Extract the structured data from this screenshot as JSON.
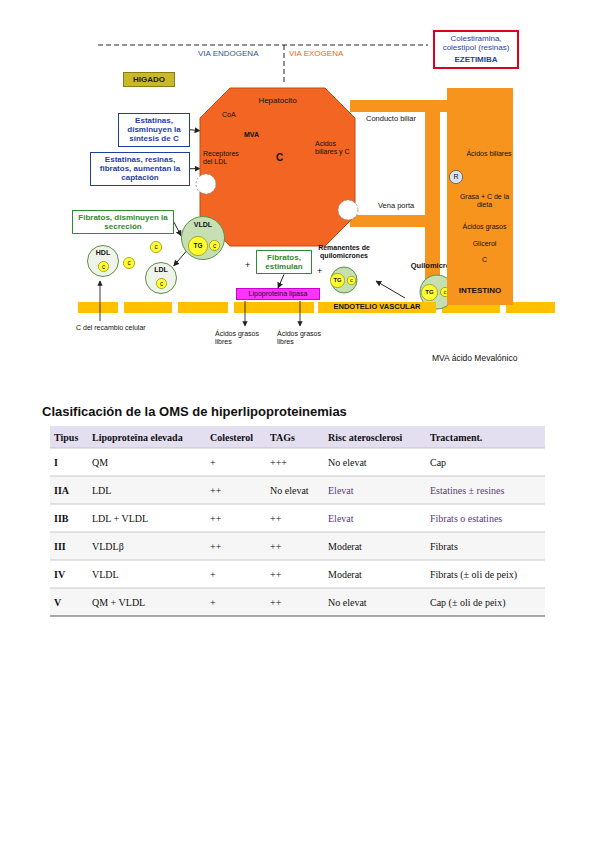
{
  "diagram": {
    "title": "Clasificación de la OMS de hiperlipoproteinemias",
    "nodes": [
      {
        "text": [
          "HIGADO"
        ]
      },
      {
        "text": [
          "Hepatocito"
        ]
      },
      {
        "text": [
          "Estatinas, disminuyen la síntesis de C"
        ]
      },
      {
        "text": [
          "Estatinas, resinas, fibratos, aumentan la captación"
        ]
      },
      {
        "text": [
          "Fibratos, disminuyen la secreción"
        ]
      },
      {
        "text": [
          "VLDL"
        ]
      },
      {
        "text": [
          "TG"
        ],
        "in": 5
      },
      {
        "text": [
          "c"
        ],
        "in": 5
      },
      {
        "text": [
          "HDL"
        ]
      },
      {
        "text": [
          "c"
        ],
        "in": 8
      },
      {
        "text": [
          "LDL"
        ]
      },
      {
        "text": [
          "c"
        ],
        "in": 10
      },
      {
        "text": [
          "c"
        ]
      },
      {
        "text": [
          "c"
        ]
      },
      {
        "text": [
          "Fibratos, estimulan"
        ]
      },
      {
        "text": [
          "Remanentes de quilomicrones"
        ]
      },
      {
        "text": [
          "TG"
        ],
        "in": 15
      },
      {
        "text": [
          "c"
        ],
        "in": 15
      },
      {
        "text": [
          "Quilomicrones"
        ]
      },
      {
        "text": [
          "TG"
        ],
        "in": 18
      },
      {
        "text": [
          "c"
        ],
        "in": 18
      },
      {
        "text": [
          "Lipoproteina lipasa"
        ]
      },
      {
        "text": [
          "ENDOTELIO VASCULAR"
        ]
      },
      {
        "text": [
          "INTESTINO"
        ]
      },
      {
        "text": [
          "R"
        ],
        "in": 23
      },
      {
        "text": [
          "Colestiramina, colestipol (resinas)",
          "EZETIMIBA"
        ]
      }
    ],
    "edges": [
      {
        "from": 2,
        "to": 1,
        "arrow": "to"
      },
      {
        "from": 3,
        "to": 1,
        "arrow": "to"
      },
      {
        "from": 4,
        "to": 5,
        "arrow": "to"
      },
      {
        "from": 5,
        "to": 10,
        "arrow": "to"
      },
      {
        "from": 14,
        "to": 21,
        "arrow": "to"
      },
      {
        "from": 18,
        "to": 15,
        "arrow": "to"
      }
    ],
    "labels": [
      "VIA ENDOGENA",
      "VIA EXOGENA",
      "CoA",
      "MVA",
      "C",
      "Receptores del LDL",
      "Acidos biliares y C",
      "Conducto biliar",
      "Vena porta",
      "Ácidos biliares",
      "Grasa + C de la dieta",
      "Ácidos grasos",
      "Glicerol",
      "C",
      "+",
      "+",
      "C del recambio celular",
      "Ácidos grasos libres",
      "Ácidos grasos libres",
      "MVA ácido Mevalónico",
      "Tipus",
      "Lipoproteïna elevada",
      "Colesterol",
      "TAGs",
      "Risc aterosclerosi",
      "Tractament.",
      "I",
      "QM",
      "+",
      "+++",
      "No elevat",
      "Cap",
      "IIA",
      "LDL",
      "++",
      "No elevat",
      "Elevat",
      "Estatines ± resines",
      "IIB",
      "LDL + VLDL",
      "++",
      "++",
      "Elevat",
      "Fibrats o estatines",
      "III",
      "VLDLβ",
      "++",
      "++",
      "Moderat",
      "Fibrats",
      "IV",
      "VLDL",
      "+",
      "++",
      "Moderat",
      "Fibrats (± oli de peix)",
      "V",
      "QM + VLDL",
      "+",
      "++",
      "No elevat",
      "Cap (± oli de peix)"
    ]
  }
}
